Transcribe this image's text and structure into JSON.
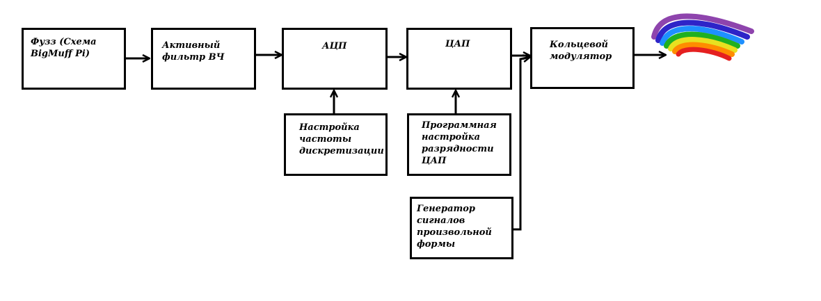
{
  "diagram": {
    "blocks": [
      {
        "id": "fuzz",
        "text": "Фузз (Схема\nBigMuff Pi)"
      },
      {
        "id": "hpf",
        "text": "Активный\nфильтр ВЧ"
      },
      {
        "id": "adc",
        "text": "АЦП"
      },
      {
        "id": "dac",
        "text": "ЦАП"
      },
      {
        "id": "ring",
        "text": "Кольцевой\nмодулятор"
      },
      {
        "id": "samplerate",
        "text": "Настройка\nчастоты\nдискретизации"
      },
      {
        "id": "bitdepth",
        "text": "Программная\nнастройка\nразрядности\nЦАП"
      },
      {
        "id": "generator",
        "text": "Генератор\nсигналов\nпроизвольной\nформы"
      }
    ],
    "rainbow": {
      "icon": "rainbow-icon",
      "colors": [
        "#8e44ad",
        "#2e24c8",
        "#1e90ff",
        "#20b020",
        "#e8e020",
        "#ff8c00",
        "#e52020"
      ]
    }
  }
}
